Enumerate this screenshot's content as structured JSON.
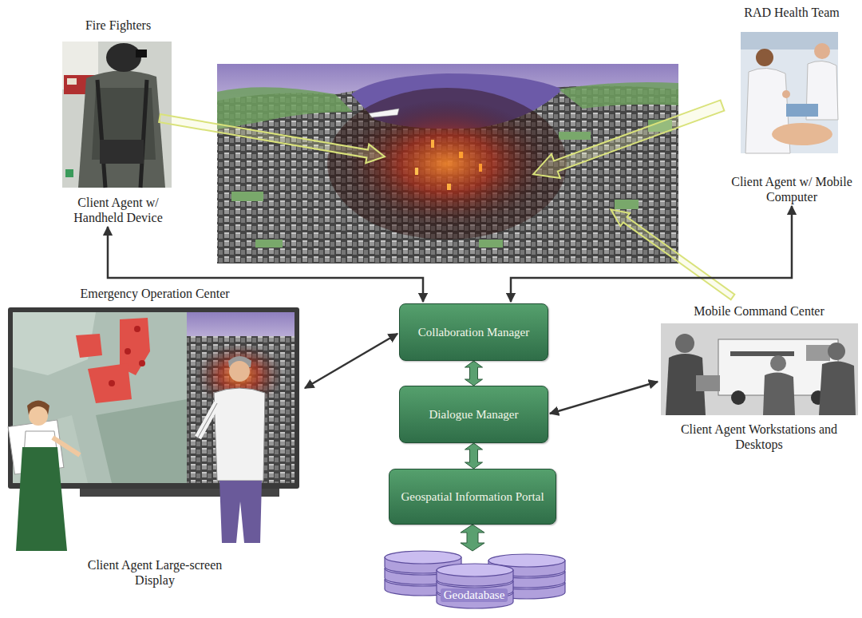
{
  "diagram": {
    "nodes": [
      {
        "text": [
          "Fire Fighters",
          "Client Agent w/ Handheld Device"
        ]
      },
      {
        "text": [
          "RAD Health Team",
          "Client Agent w/ Mobile Computer"
        ]
      },
      {
        "text": [
          "Emergency Operation Center",
          "Client Agent Large-screen Display"
        ]
      },
      {
        "text": [
          "Collaboration Manager"
        ]
      },
      {
        "text": [
          "Mobile Command Center",
          "Client Agent Workstations and Desktops"
        ]
      },
      {
        "text": [
          "Dialogue Manager"
        ]
      },
      {
        "text": [
          "Geospatial Information Portal"
        ]
      },
      {
        "text": [
          "Geodatabase"
        ]
      }
    ],
    "edges": [
      {
        "from": 3,
        "to": 0,
        "arrow": "both"
      },
      {
        "from": 3,
        "to": 1,
        "arrow": "both"
      },
      {
        "from": 3,
        "to": 2,
        "arrow": "both"
      },
      {
        "from": 3,
        "to": 5,
        "arrow": "both"
      },
      {
        "from": 5,
        "to": 4,
        "arrow": "both"
      },
      {
        "from": 5,
        "to": 6,
        "arrow": "both"
      },
      {
        "from": 6,
        "to": 7,
        "arrow": "both"
      }
    ]
  }
}
